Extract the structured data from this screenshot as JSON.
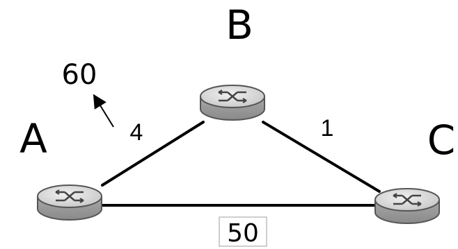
{
  "nodes": {
    "a": {
      "label": "A",
      "icon": "router-icon"
    },
    "b": {
      "label": "B",
      "icon": "router-icon"
    },
    "c": {
      "label": "C",
      "icon": "router-icon"
    }
  },
  "links": {
    "a_b": {
      "cost": "4",
      "new_cost": "60"
    },
    "b_c": {
      "cost": "1"
    },
    "a_c": {
      "cost": "50"
    }
  },
  "colors": {
    "router_body": "#b9b9b9",
    "router_top": "#d8d8d8",
    "link": "#000000"
  }
}
